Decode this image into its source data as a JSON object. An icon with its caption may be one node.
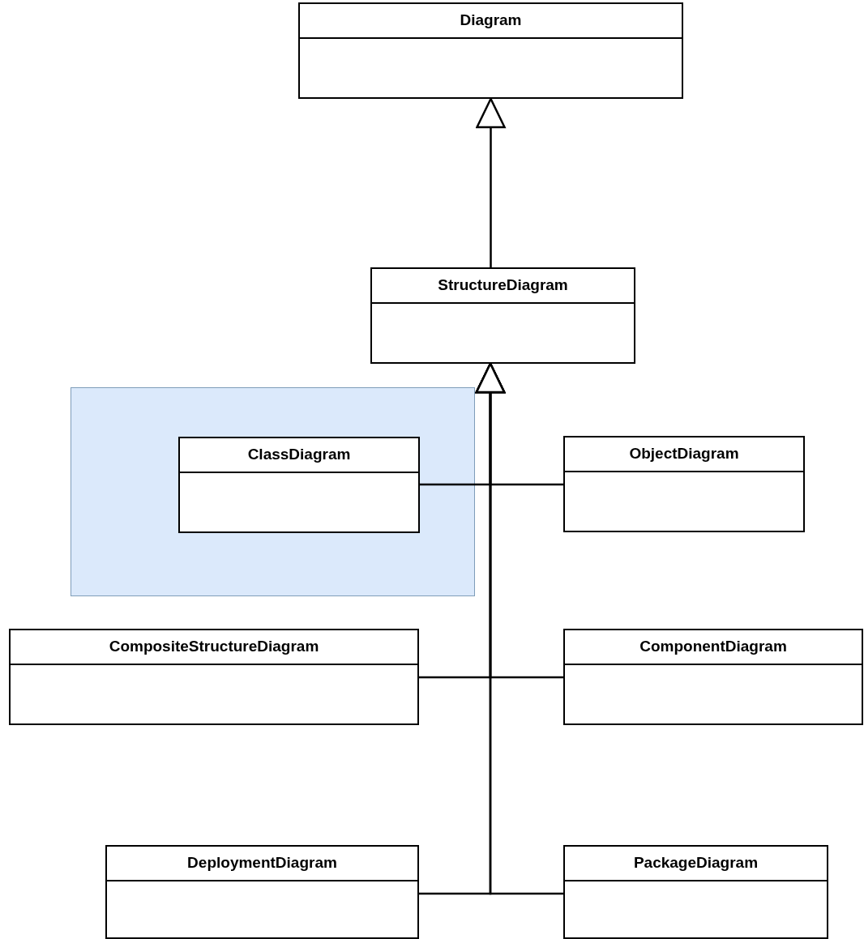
{
  "diagram": {
    "nodes": [
      {
        "text": [
          "Diagram"
        ]
      },
      {
        "text": [
          "StructureDiagram"
        ]
      },
      {
        "text": [],
        "shape": "box"
      },
      {
        "text": [
          "ClassDiagram"
        ],
        "in": 2
      },
      {
        "text": [
          "ObjectDiagram"
        ]
      },
      {
        "text": [
          "CompositeStructureDiagram"
        ]
      },
      {
        "text": [
          "ComponentDiagram"
        ]
      },
      {
        "text": [
          "DeploymentDiagram"
        ]
      },
      {
        "text": [
          "PackageDiagram"
        ]
      }
    ],
    "edges": [
      {
        "from": 1,
        "to": 0,
        "arrow": "to"
      },
      {
        "from": 3,
        "to": 1,
        "arrow": "to"
      },
      {
        "from": 4,
        "to": 1,
        "arrow": "to"
      },
      {
        "from": 5,
        "to": 1,
        "arrow": "to"
      },
      {
        "from": 6,
        "to": 1,
        "arrow": "to"
      },
      {
        "from": 7,
        "to": 1,
        "arrow": "to"
      },
      {
        "from": 8,
        "to": 1,
        "arrow": "to"
      }
    ]
  }
}
